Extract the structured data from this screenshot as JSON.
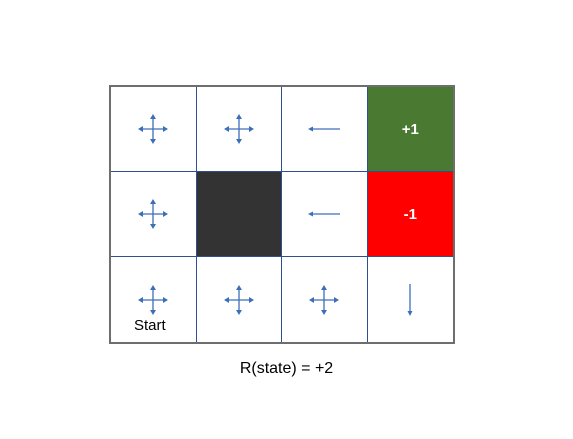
{
  "grid": {
    "rows": 3,
    "cols": 4,
    "arrow_color": "#3d6fb6",
    "cells": [
      [
        {
          "policy": "all-directions"
        },
        {
          "policy": "all-directions"
        },
        {
          "policy": "left"
        },
        {
          "terminal": true,
          "reward": "+1",
          "color": "#4a7a32"
        }
      ],
      [
        {
          "policy": "all-directions"
        },
        {
          "wall": true,
          "color": "#333333"
        },
        {
          "policy": "left"
        },
        {
          "terminal": true,
          "reward": "-1",
          "color": "#ff0000"
        }
      ],
      [
        {
          "policy": "all-directions",
          "label": "Start"
        },
        {
          "policy": "all-directions"
        },
        {
          "policy": "all-directions"
        },
        {
          "policy": "down"
        }
      ]
    ]
  },
  "caption": "R(state) = +2"
}
